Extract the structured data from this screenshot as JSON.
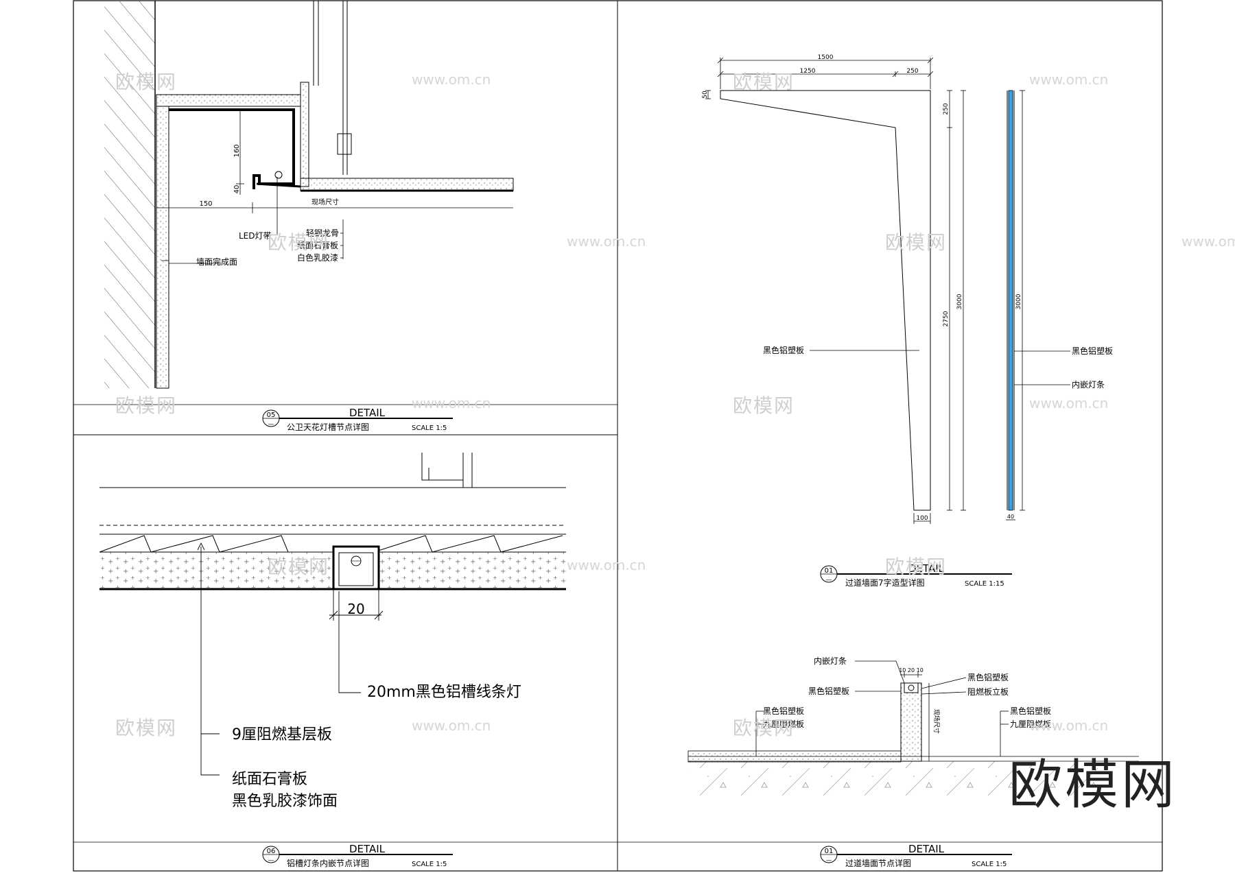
{
  "watermark": {
    "brand": "欧模网",
    "url": "www.om.cn"
  },
  "logo_text": "欧模网",
  "detail05": {
    "number": "05",
    "sub": "—",
    "heading": "DETAIL",
    "title": "公卫天花灯槽节点详图",
    "scale": "SCALE 1:5",
    "dims": {
      "height_160": "160",
      "height_40": "40",
      "width_150": "150",
      "site_size": "现场尺寸"
    },
    "labels": {
      "led": "LED灯带",
      "wall": "墙面完成面",
      "keel": "轻钢龙骨",
      "gypsum": "纸面石膏板",
      "paint": "白色乳胶漆"
    }
  },
  "detail06": {
    "number": "06",
    "sub": "—",
    "heading": "DETAIL",
    "title": "铝槽灯条内嵌节点详图",
    "scale": "SCALE 1:5",
    "dims": {
      "width_20": "20"
    },
    "labels": {
      "light": "20mm黑色铝槽线条灯",
      "base": "9厘阻燃基层板",
      "gypsum": "纸面石膏板",
      "paint": "黑色乳胶漆饰面"
    }
  },
  "detail01a": {
    "number": "01",
    "sub": "—",
    "heading": "DETAIL",
    "title": "过道墙面7字造型详图",
    "scale": "SCALE 1:15",
    "dims": {
      "d1500": "1500",
      "d1250": "1250",
      "d250a": "250",
      "d250b": "250",
      "d50": "50",
      "d2750": "2750",
      "d3000a": "3000",
      "d100": "100",
      "d3000b": "3000",
      "d40": "40"
    },
    "labels": {
      "panel_left": "黑色铝塑板",
      "panel_right": "黑色铝塑板",
      "strip": "内嵌灯条"
    }
  },
  "detail01b": {
    "number": "01",
    "sub": "—",
    "heading": "DETAIL",
    "title": "过道墙面节点详图",
    "scale": "SCALE 1:5",
    "dims": {
      "top": "10 20 10",
      "site": "现场尺寸"
    },
    "labels": {
      "strip": "内嵌灯条",
      "panel_top_right": "黑色铝塑板",
      "panel_left_mid": "黑色铝塑板",
      "fire_board": "阻燃板立板",
      "left_panel": "黑色铝塑板",
      "left_board": "九厘阻燃板",
      "right_panel": "黑色铝塑板",
      "right_board": "九厘阻燃板"
    }
  }
}
